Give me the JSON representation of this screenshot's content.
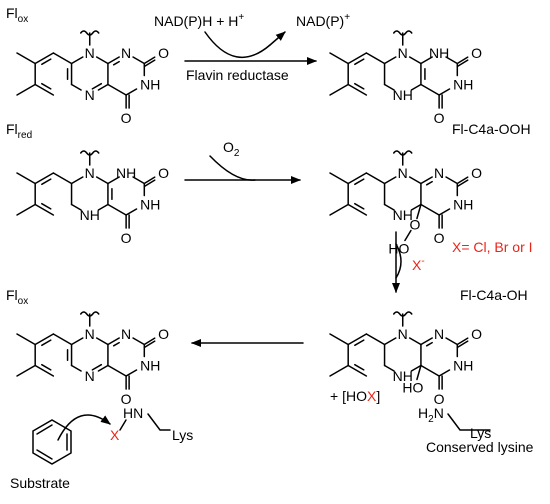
{
  "labels": {
    "flox_top": {
      "base": "Fl",
      "sub": "ox"
    },
    "flred": {
      "base": "Fl",
      "sub": "red"
    },
    "flox_bottom": {
      "base": "Fl",
      "sub": "ox"
    },
    "nadph": "NAD(P)H + H",
    "nadph_sup": "+",
    "nadp": "NAD(P)",
    "nadp_sup": "+",
    "flavin_reductase": "Flavin reductase",
    "o2": "O",
    "o2_sub": "2",
    "fl_c4a_ooh": "Fl-C4a-OOH",
    "fl_c4a_oh": "Fl-C4a-OH",
    "halide_anion": "X",
    "halide_sup": "-",
    "halide_def": "X= Cl, Br or I",
    "hox_pre": "+ [HO",
    "hox_x": "X",
    "hox_post": "]",
    "subst_x": "X",
    "subst_hn": "HN",
    "subst_lys": "Lys",
    "substrate": "Substrate",
    "h2n_h": "H",
    "h2n_sub": "2",
    "h2n_n": "N",
    "cons_lys": "Lys",
    "conserved_lysine": "Conserved lysine"
  },
  "atoms": {
    "N": "N",
    "NH": "NH",
    "O": "O",
    "HN": "HN",
    "HO": "HO",
    "OH": "O"
  },
  "colors": {
    "halide": "#e8261a",
    "ink": "#000000"
  }
}
